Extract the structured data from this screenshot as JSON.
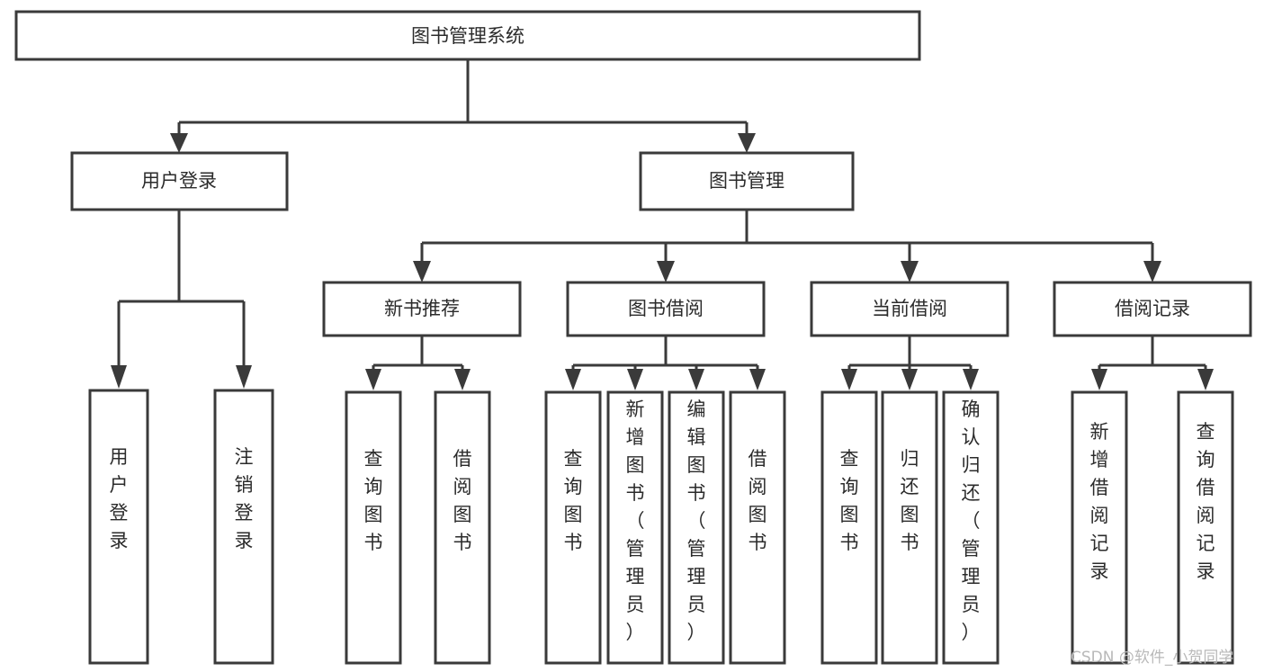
{
  "diagram": {
    "title_node": {
      "label": "图书管理系统"
    },
    "level2": [
      {
        "id": "user-login",
        "label": "用户登录"
      },
      {
        "id": "book-manage",
        "label": "图书管理"
      }
    ],
    "level3": [
      {
        "id": "new-book-recommend",
        "label": "新书推荐"
      },
      {
        "id": "book-borrow",
        "label": "图书借阅"
      },
      {
        "id": "current-borrow",
        "label": "当前借阅"
      },
      {
        "id": "borrow-record",
        "label": "借阅记录"
      }
    ],
    "leaves": [
      {
        "id": "leaf-user-login",
        "label": "用户登录",
        "parent": "user-login"
      },
      {
        "id": "leaf-logout-login",
        "label": "注销登录",
        "parent": "user-login"
      },
      {
        "id": "leaf-query-book-1",
        "label": "查询图书",
        "parent": "new-book-recommend"
      },
      {
        "id": "leaf-borrow-book-1",
        "label": "借阅图书",
        "parent": "new-book-recommend"
      },
      {
        "id": "leaf-query-book-2",
        "label": "查询图书",
        "parent": "book-borrow"
      },
      {
        "id": "leaf-add-book",
        "label": "新增图书（管理员）",
        "parent": "book-borrow"
      },
      {
        "id": "leaf-edit-book",
        "label": "编辑图书（管理员）",
        "parent": "book-borrow"
      },
      {
        "id": "leaf-borrow-book-2",
        "label": "借阅图书",
        "parent": "book-borrow"
      },
      {
        "id": "leaf-query-book-3",
        "label": "查询图书",
        "parent": "current-borrow"
      },
      {
        "id": "leaf-return-book",
        "label": "归还图书",
        "parent": "current-borrow"
      },
      {
        "id": "leaf-confirm-return",
        "label": "确认归还（管理员）",
        "parent": "current-borrow"
      },
      {
        "id": "leaf-add-record",
        "label": "新增借阅记录",
        "parent": "borrow-record"
      },
      {
        "id": "leaf-query-record",
        "label": "查询借阅记录",
        "parent": "borrow-record"
      }
    ],
    "colors": {
      "stroke": "#3a3a3a",
      "fill": "#ffffff",
      "text": "#2b2b2b",
      "watermark": "#b9b9b9"
    }
  },
  "watermark": {
    "text": "CSDN @软件_小贺同学"
  }
}
